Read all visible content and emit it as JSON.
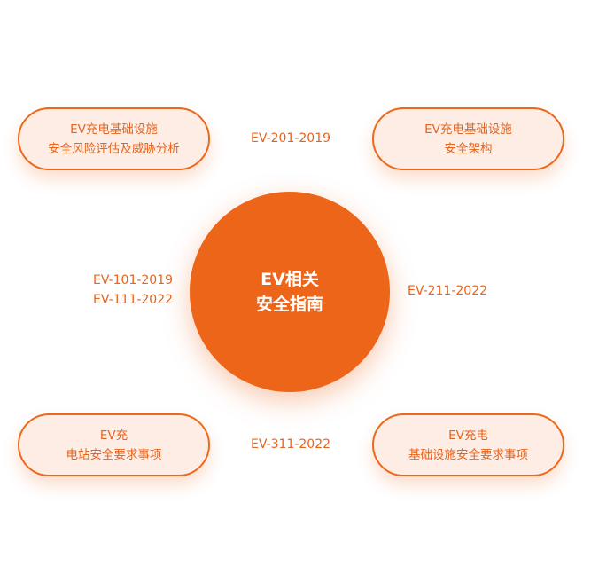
{
  "center": {
    "line1": "EV相关",
    "line2": "安全指南"
  },
  "boxes": [
    {
      "line1": "EV充电基础设施",
      "line2": "安全风险评估及威胁分析"
    },
    {
      "line1": "EV充电基础设施",
      "line2": "安全架构"
    },
    {
      "line1": "EV充",
      "line2": "电站安全要求事项"
    },
    {
      "line1": "EV充电",
      "line2": "基础设施安全要求事项"
    }
  ],
  "codes": {
    "top": "EV-201-2019",
    "left1": "EV-101-2019",
    "left2": "EV-111-2022",
    "right": "EV-211-2022",
    "bottom": "EV-311-2022"
  },
  "colors": {
    "accent": "#ec6519",
    "box_fill": "#fdede5"
  }
}
